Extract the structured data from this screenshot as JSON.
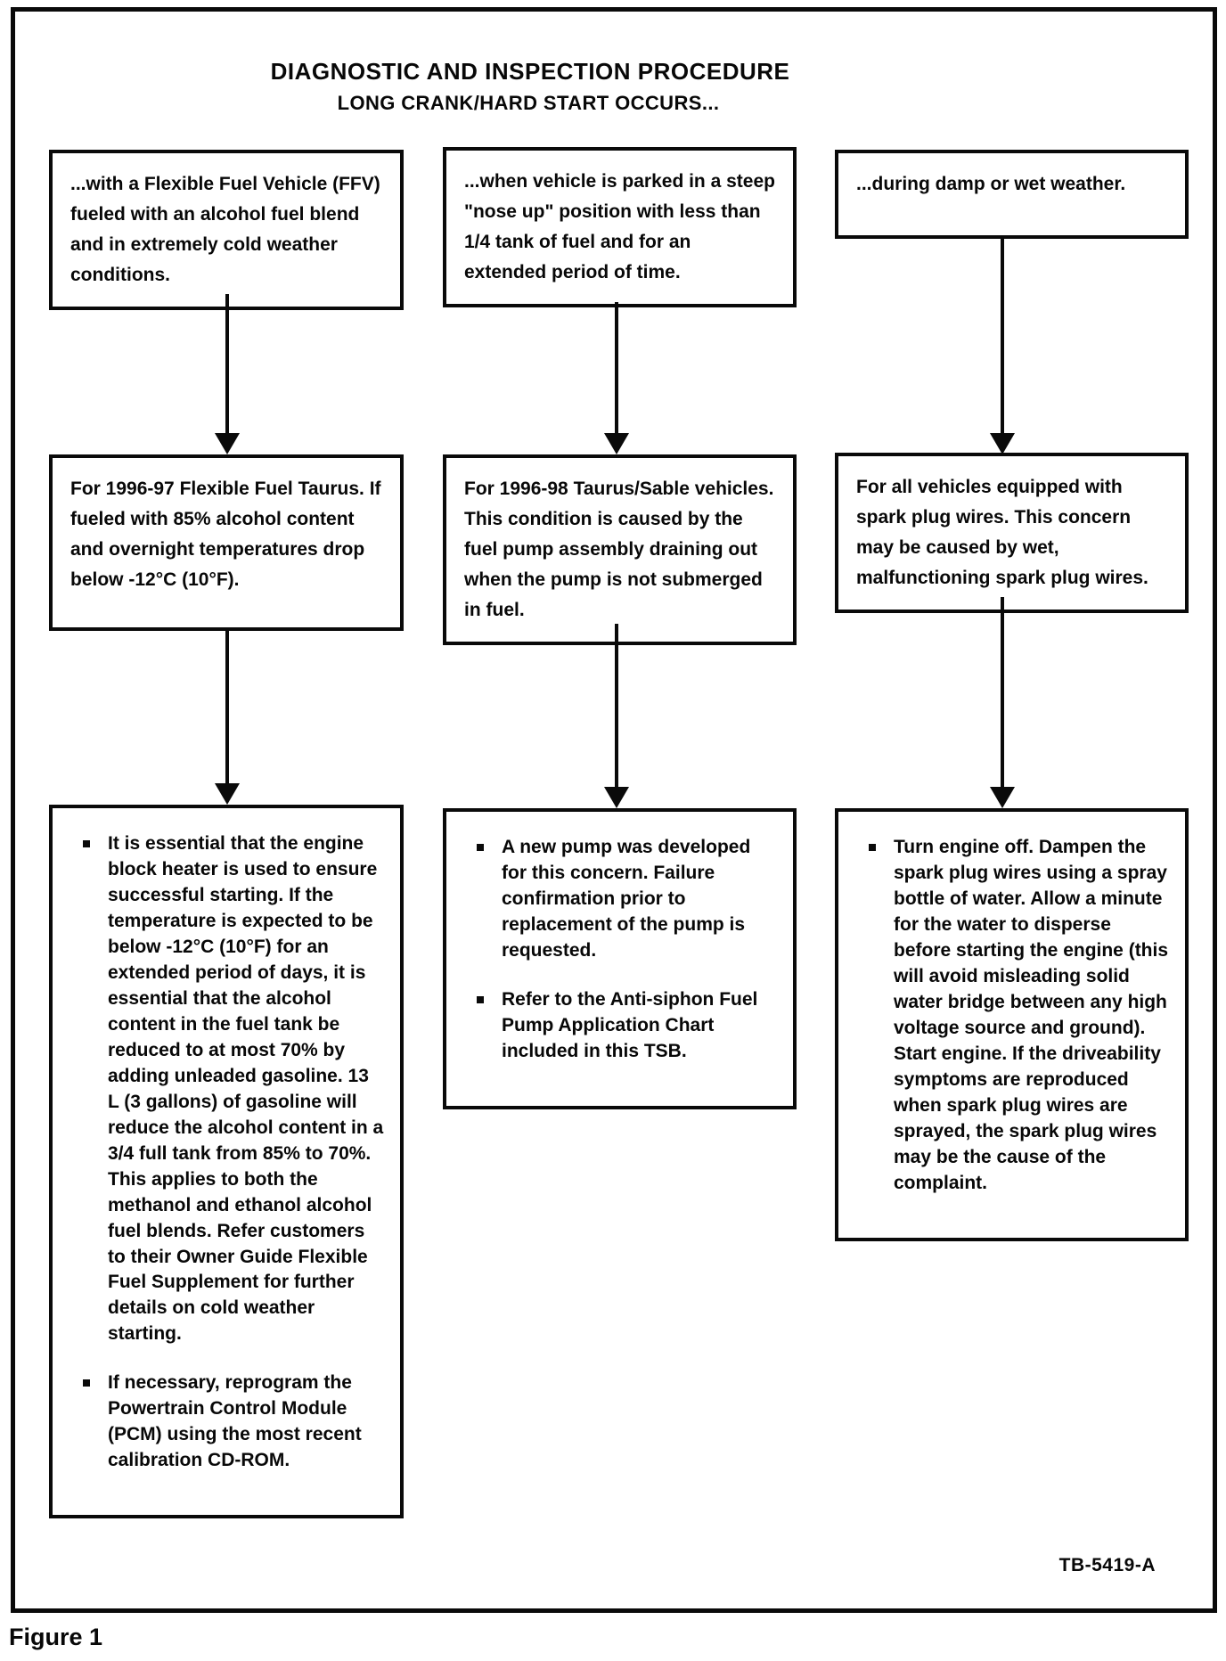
{
  "page": {
    "title": "DIAGNOSTIC AND INSPECTION PROCEDURE",
    "subtitle": "LONG CRANK/HARD START OCCURS...",
    "doc_ref": "TB-5419-A",
    "figure_label": "Figure 1",
    "ink_color": "#0a0a0a",
    "paper_color": "#ffffff"
  },
  "flowchart": {
    "type": "three-column diagnostic flowchart, each column: condition -> applicability -> corrective actions",
    "columns": [
      {
        "id": "ffv-cold-weather",
        "condition": "...with a Flexible Fuel Vehicle (FFV) fueled with an alcohol fuel blend and in extremely cold weather conditions.",
        "applicability": "For 1996-97 Flexible Fuel Taurus. If fueled with 85% alcohol content and overnight temperatures drop below -12°C (10°F).",
        "actions": [
          "It is essential that the engine block heater is used to ensure successful starting. If the temperature is expected to be below -12°C (10°F) for an extended period of days, it is essential that the alcohol content in the fuel tank be reduced to at most 70% by adding unleaded gasoline. 13 L (3 gallons) of gasoline will reduce the alcohol content in a 3/4 full tank from 85% to 70%. This applies to both the methanol and ethanol alcohol fuel blends. Refer customers to their Owner Guide Flexible Fuel Supplement for further details on cold weather starting.",
          "If necessary, reprogram the Powertrain Control Module (PCM) using the most recent calibration CD-ROM."
        ]
      },
      {
        "id": "nose-up-parked",
        "condition": "...when vehicle is parked in a steep \"nose up\" position with less than 1/4 tank of fuel and for an extended period of time.",
        "applicability": "For 1996-98 Taurus/Sable vehicles. This condition is caused by the fuel pump assembly draining out when the pump is not submerged in fuel.",
        "actions": [
          "A new pump was developed for this concern. Failure confirmation prior to replacement of the pump is requested.",
          "Refer to the Anti-siphon Fuel Pump Application Chart included in this TSB."
        ]
      },
      {
        "id": "damp-wet-weather",
        "condition": "...during damp or wet weather.",
        "applicability": "For all vehicles equipped with spark plug wires. This concern may be caused by wet, malfunctioning spark plug wires.",
        "actions": [
          "Turn engine off. Dampen the spark plug wires using a spray bottle of water. Allow a minute for the water to disperse before starting the engine (this will avoid misleading solid water bridge between any high voltage source and ground). Start engine. If the driveability symptoms are reproduced when spark plug wires are sprayed, the spark plug wires may be the cause of the complaint."
        ]
      }
    ]
  }
}
